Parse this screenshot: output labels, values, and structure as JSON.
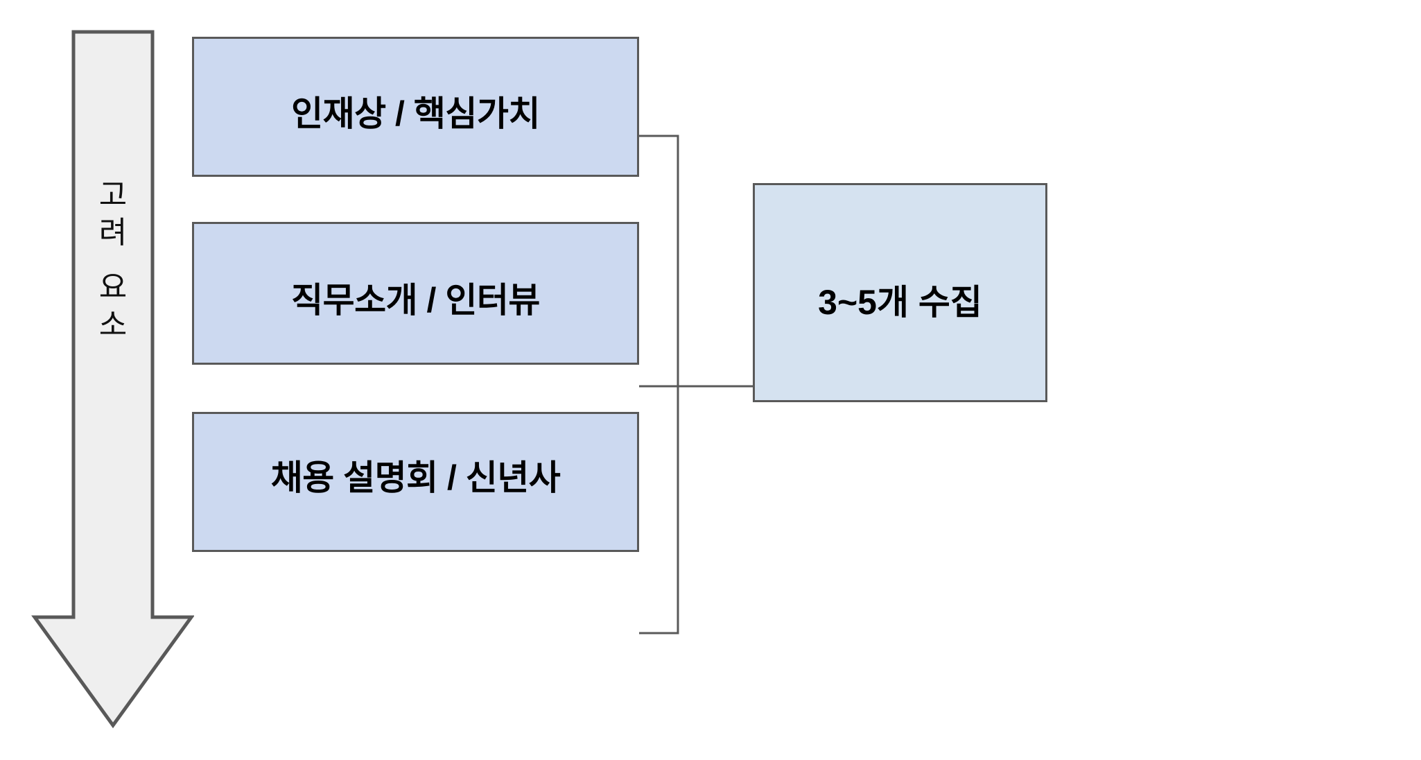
{
  "diagram": {
    "title_text": "",
    "arrow": {
      "label": "고려 요소",
      "label_chars": [
        "고",
        "려",
        "요",
        "소"
      ],
      "direction": "down",
      "fill_color": "#efefef",
      "stroke_color": "#595959"
    },
    "nodes": [
      {
        "id": "node-1",
        "label": "인재상 / 핵심가치",
        "fill_color": "#ccd9f0",
        "stroke_color": "#595959"
      },
      {
        "id": "node-2",
        "label": "직무소개 / 인터뷰",
        "fill_color": "#ccd9f0",
        "stroke_color": "#595959"
      },
      {
        "id": "node-3",
        "label": "채용 설명회 / 신년사",
        "fill_color": "#ccd9f0",
        "stroke_color": "#595959"
      }
    ],
    "result_node": {
      "id": "node-right",
      "label": "3~5개 수집",
      "fill_color": "#d5e2f0",
      "stroke_color": "#595959"
    },
    "connector": {
      "style": "orthogonal-bracket",
      "stroke_color": "#595959",
      "description": "세 개의 상자가 하나로 합쳐져 결과 상자로 연결"
    },
    "background_color": "#ffffff"
  }
}
